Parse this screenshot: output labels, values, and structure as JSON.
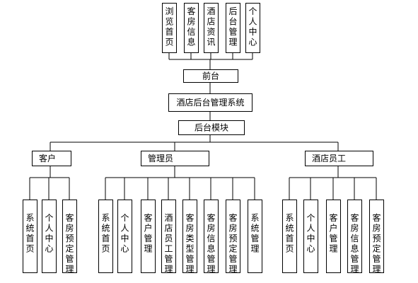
{
  "frontend": {
    "items": [
      "浏览首页",
      "客房信息",
      "酒店资讯",
      "后台管理",
      "个人中心"
    ],
    "label": "前台"
  },
  "system": {
    "label": "酒店后台管理系统"
  },
  "backend": {
    "label": "后台模块"
  },
  "roles": [
    {
      "label": "客户",
      "items": [
        "系统首页",
        "个人中心",
        "客房预定管理"
      ]
    },
    {
      "label": "管理员",
      "items": [
        "系统首页",
        "个人中心",
        "客户管理",
        "酒店员工管理",
        "客房类型管理",
        "客房信息管理",
        "客房预定管理",
        "系统管理"
      ]
    },
    {
      "label": "酒店员工",
      "items": [
        "系统首页",
        "个人中心",
        "客户管理",
        "客房信息管理",
        "客房预定管理"
      ]
    }
  ]
}
